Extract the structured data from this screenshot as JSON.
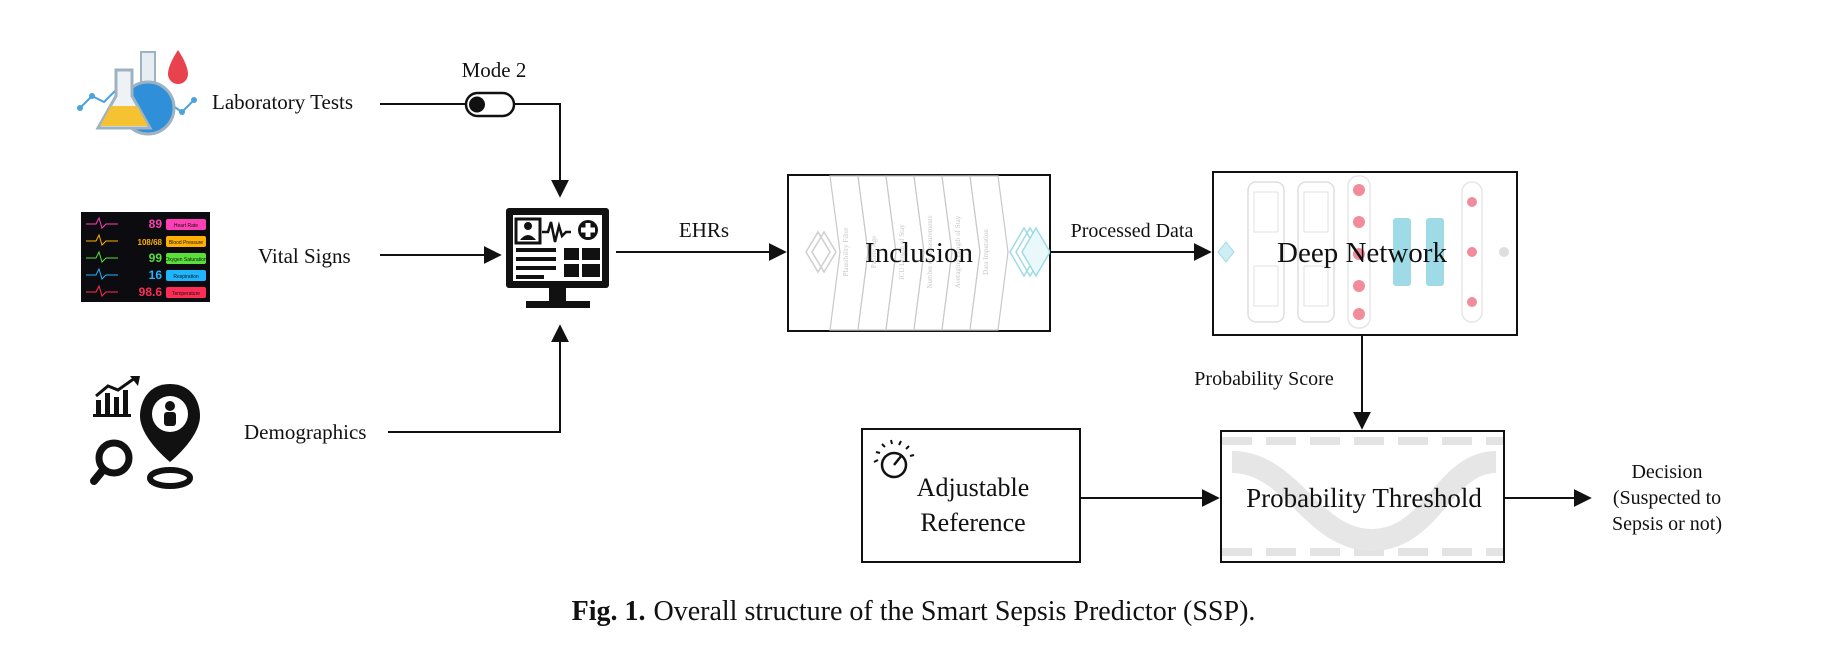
{
  "inputs": {
    "lab_tests": "Laboratory Tests",
    "vital_signs": "Vital Signs",
    "demographics": "Demographics",
    "mode_label": "Mode 2"
  },
  "vitals_monitor": {
    "rows": [
      {
        "value": "89",
        "label": "Heart Rate",
        "value_color": "#ff3fb4",
        "badge_color": "#ff3fb4"
      },
      {
        "value": "108/68",
        "label": "Blood Pressure",
        "value_color": "#ffb000",
        "badge_color": "#ffb000"
      },
      {
        "value": "99",
        "label": "Oxygen Saturation",
        "value_color": "#59e03a",
        "badge_color": "#59e03a"
      },
      {
        "value": "16",
        "label": "Respiration",
        "value_color": "#1fb6ff",
        "badge_color": "#1fb6ff"
      },
      {
        "value": "98.6",
        "label": "Temperature",
        "value_color": "#ff2d55",
        "badge_color": "#ff2d55"
      }
    ]
  },
  "flow": {
    "ehrs": "EHRs",
    "inclusion": "Inclusion",
    "inclusion_steps": [
      "Plausibility Filter",
      "Patient Age",
      "ICU Length of Stay",
      "Number of Measurements",
      "Averaging Length of Stay",
      "Data Imputation"
    ],
    "processed_data": "Processed Data",
    "deep_network": "Deep Network",
    "probability_score": "Probability Score",
    "adjustable_reference_line1": "Adjustable",
    "adjustable_reference_line2": "Reference",
    "probability_threshold": "Probability Threshold",
    "decision_line1": "Decision",
    "decision_line2": "(Suspected to",
    "decision_line3": "Sepsis or not)"
  },
  "caption": {
    "prefix": "Fig. 1.",
    "text": "Overall structure of the Smart Sepsis Predictor (SSP)."
  },
  "colors": {
    "line": "#111111",
    "faint": "#d4d4d4",
    "network_node": "#f28c9a",
    "network_layer": "#9fdbe6",
    "flask_yellow": "#f5c232",
    "flask_blue": "#2f8fd8",
    "blood_drop": "#e8424f"
  }
}
